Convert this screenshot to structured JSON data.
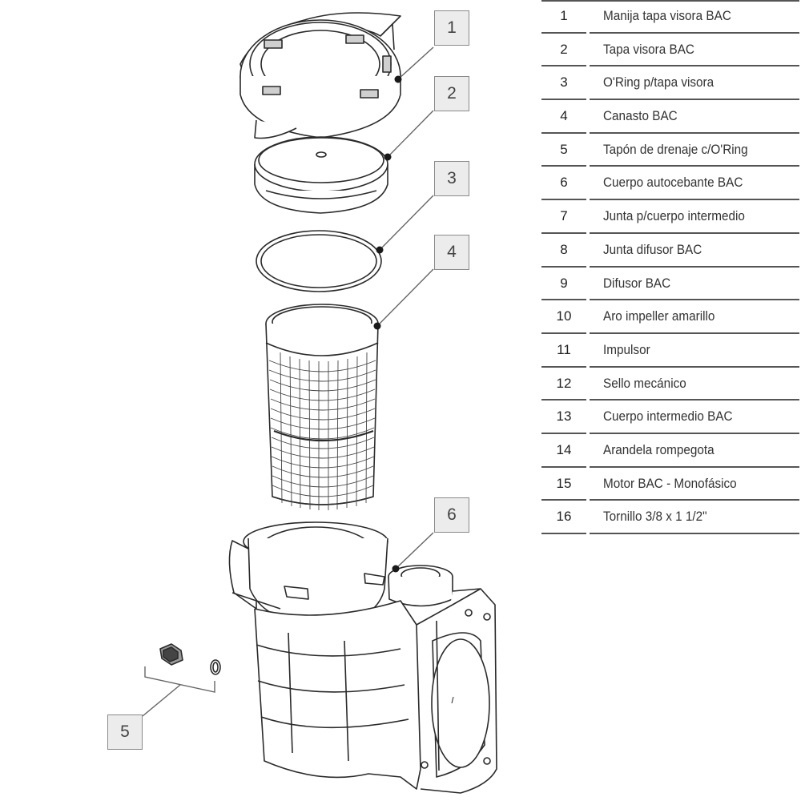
{
  "callouts": [
    "1",
    "2",
    "3",
    "4",
    "5",
    "6"
  ],
  "parts": [
    {
      "num": "1",
      "desc": "Manija tapa visora BAC"
    },
    {
      "num": "2",
      "desc": "Tapa visora BAC"
    },
    {
      "num": "3",
      "desc": "O'Ring p/tapa visora"
    },
    {
      "num": "4",
      "desc": "Canasto BAC"
    },
    {
      "num": "5",
      "desc": "Tapón de drenaje c/O'Ring"
    },
    {
      "num": "6",
      "desc": "Cuerpo autocebante BAC"
    },
    {
      "num": "7",
      "desc": "Junta p/cuerpo intermedio"
    },
    {
      "num": "8",
      "desc": "Junta difusor BAC"
    },
    {
      "num": "9",
      "desc": "Difusor BAC"
    },
    {
      "num": "10",
      "desc": "Aro impeller amarillo"
    },
    {
      "num": "11",
      "desc": "Impulsor"
    },
    {
      "num": "12",
      "desc": "Sello mecánico"
    },
    {
      "num": "13",
      "desc": "Cuerpo intermedio BAC"
    },
    {
      "num": "14",
      "desc": "Arandela rompegota"
    },
    {
      "num": "15",
      "desc": "Motor BAC - Monofásico"
    },
    {
      "num": "16",
      "desc": "Tornillo 3/8 x 1 1/2\""
    }
  ]
}
